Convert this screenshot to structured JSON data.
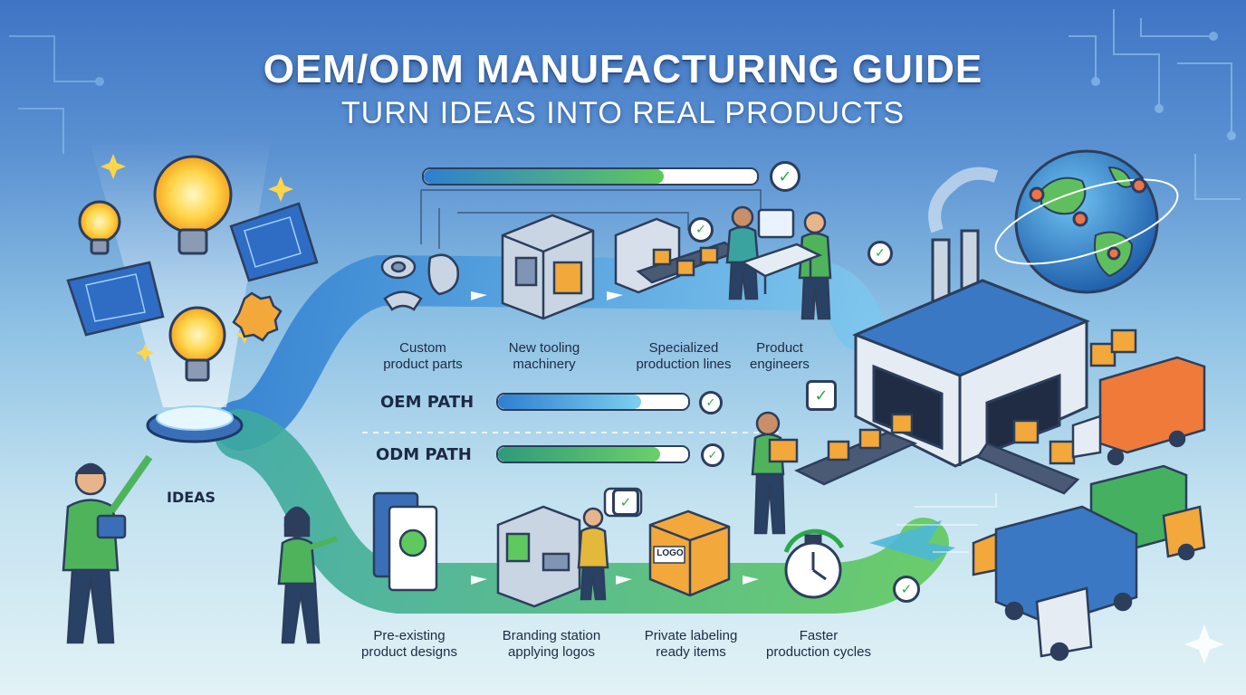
{
  "header": {
    "title": "OEM/ODM MANUFACTURING GUIDE",
    "subtitle": "TURN IDEAS INTO REAL PRODUCTS"
  },
  "ideas_label": "IDEAS",
  "oem": {
    "path_label": "OEM PATH",
    "progress": 0.75,
    "steps": [
      {
        "line1": "Custom",
        "line2": "product parts"
      },
      {
        "line1": "New tooling",
        "line2": "machinery"
      },
      {
        "line1": "Specialized",
        "line2": "production lines"
      },
      {
        "line1": "Product",
        "line2": "engineers"
      }
    ]
  },
  "odm": {
    "path_label": "ODM PATH",
    "progress": 0.85,
    "steps": [
      {
        "line1": "Pre-existing",
        "line2": "product designs"
      },
      {
        "line1": "Branding station",
        "line2": "applying logos"
      },
      {
        "line1": "Private labeling",
        "line2": "ready items"
      },
      {
        "line1": "Faster",
        "line2": "production cycles"
      }
    ]
  },
  "top_progress": 0.72,
  "box_label": "LOGO",
  "colors": {
    "oem_path": "#3b8fd6",
    "odm_path": "#4dbb5a",
    "check": "#2ea84a"
  },
  "icons": [
    "lightbulb-icon",
    "blueprint-icon",
    "gear-icon",
    "cnc-machine-icon",
    "conveyor-icon",
    "engineer-icon",
    "factory-icon",
    "globe-icon",
    "truck-icon",
    "stopwatch-icon",
    "checkmark-icon",
    "box-icon"
  ]
}
